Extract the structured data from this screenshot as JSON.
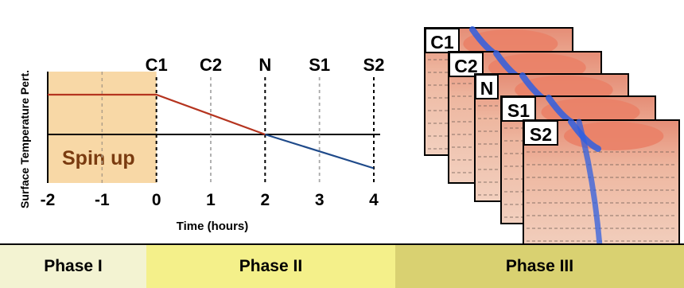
{
  "chart_data": {
    "type": "line",
    "ylabel": "Surface Temperature Pert.",
    "xlabel": "Time (hours)",
    "xlim": [
      -2,
      4
    ],
    "xticks": [
      "-2",
      "-1",
      "0",
      "1",
      "2",
      "3",
      "4"
    ],
    "x_tick_values": [
      -2,
      -1,
      0,
      1,
      2,
      3,
      4
    ],
    "series": [
      {
        "color": "#b5341f",
        "points": [
          [
            -2,
            1
          ],
          [
            0,
            1
          ],
          [
            2,
            0
          ]
        ]
      },
      {
        "color": "#1f4a8a",
        "points": [
          [
            2,
            0
          ],
          [
            4,
            -0.85
          ]
        ]
      }
    ],
    "baseline_color": "#000000",
    "markers": [
      {
        "label": "C1",
        "x": 0,
        "style": "black-dashed"
      },
      {
        "label": "C2",
        "x": 1,
        "style": "gray-dashed"
      },
      {
        "label": "N",
        "x": 2,
        "style": "black-dashed"
      },
      {
        "label": "S1",
        "x": 3,
        "style": "gray-dashed"
      },
      {
        "label": "S2",
        "x": 4,
        "style": "black-dashed"
      }
    ],
    "shaded_region": {
      "from": -2,
      "to": 0,
      "label": "Spin up",
      "color": "#f8d8a6",
      "text_color": "#7a3b10"
    }
  },
  "panels": {
    "labels": [
      "C1",
      "C2",
      "N",
      "S1",
      "S2"
    ],
    "colors": {
      "warm": "#ea8167",
      "cool": "#2f5fe0",
      "background": "#f0cdb8"
    }
  },
  "phases": [
    {
      "label": "Phase I",
      "color": "#f3f3d2"
    },
    {
      "label": "Phase II",
      "color": "#f4f08a"
    },
    {
      "label": "Phase III",
      "color": "#d9d171"
    }
  ]
}
